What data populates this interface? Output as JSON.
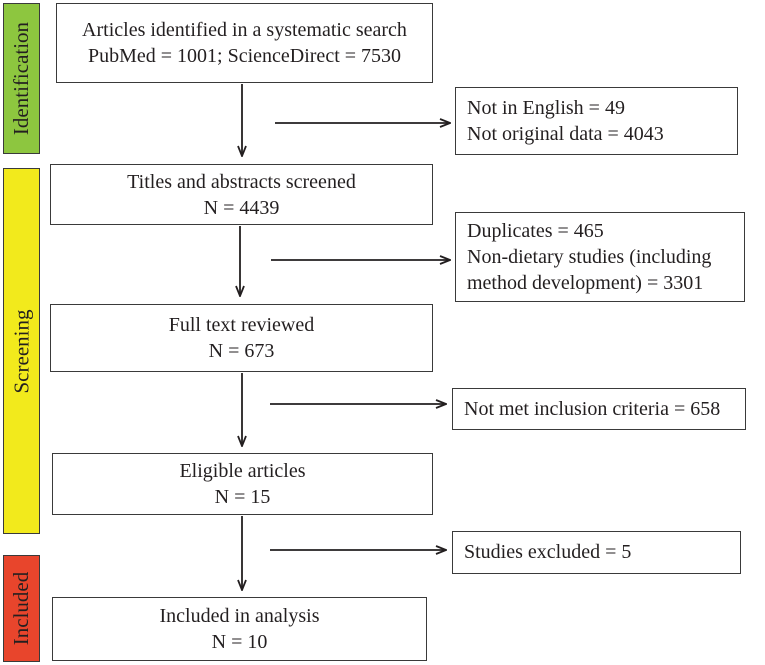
{
  "phases": {
    "identification": {
      "label": "Identification",
      "color": "#8dc63f"
    },
    "screening": {
      "label": "Screening",
      "color": "#f2ea1c"
    },
    "included": {
      "label": "Included",
      "color": "#e8452c"
    }
  },
  "main_boxes": {
    "search": {
      "line1": "Articles identified in a systematic search",
      "line2": "PubMed = 1001; ScienceDirect = 7530"
    },
    "titles": {
      "line1": "Titles and abstracts screened",
      "line2": "N = 4439"
    },
    "fulltext": {
      "line1": "Full text reviewed",
      "line2": "N = 673"
    },
    "eligible": {
      "line1": "Eligible articles",
      "line2": "N = 15"
    },
    "included": {
      "line1": "Included in analysis",
      "line2": "N = 10"
    }
  },
  "exclusion_boxes": {
    "language": {
      "line1": "Not in English = 49",
      "line2": "Not original data = 4043"
    },
    "duplicates": {
      "line1": "Duplicates = 465",
      "line2": "Non-dietary studies (including",
      "line3": "method development) = 3301"
    },
    "criteria": {
      "line1": "Not met inclusion criteria = 658"
    },
    "studies": {
      "line1": "Studies excluded = 5"
    }
  }
}
